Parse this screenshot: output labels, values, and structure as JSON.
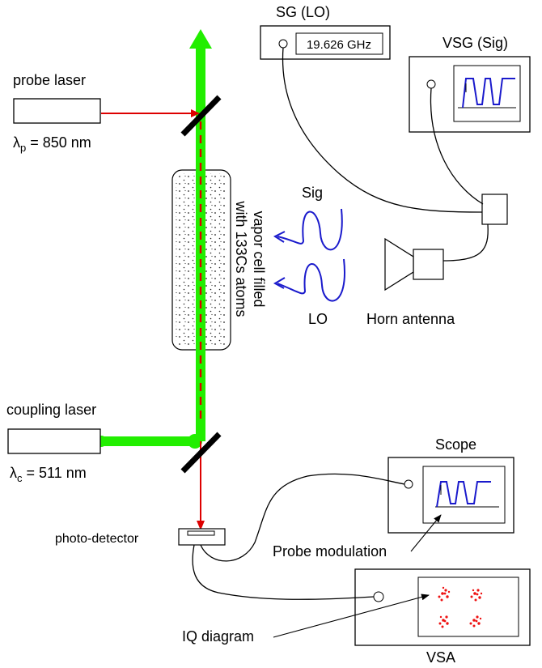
{
  "colors": {
    "coupling_beam": "#22ee00",
    "probe_beam": "#dd0000",
    "trace": "#1a1acc",
    "iq_points": "#ee1111",
    "ink": "#000000"
  },
  "labels": {
    "probe_laser": "probe laser",
    "lambda_p_symbol": "λ",
    "lambda_p_sub": "p",
    "lambda_p_value": " = 850 nm",
    "coupling_laser": "coupling laser",
    "lambda_c_symbol": "λ",
    "lambda_c_sub": "c",
    "lambda_c_value": " = 511 nm",
    "vapor_cell_line1": "vapor cell filled",
    "vapor_cell_line2": "with 133Cs atoms",
    "sg_title": "SG (LO)",
    "sg_frequency": "19.626 GHz",
    "vsg_title": "VSG (Sig)",
    "sig": "Sig",
    "lo": "LO",
    "horn_antenna": "Horn antenna",
    "photo_detector": "photo-detector",
    "scope": "Scope",
    "probe_modulation": "Probe modulation",
    "iq_diagram": "IQ diagram",
    "vsa": "VSA"
  },
  "icons": {
    "beam_splitter_top": "beam-splitter-mirror",
    "beam_splitter_bottom": "beam-splitter-mirror",
    "horn": "horn-antenna-icon",
    "combiner": "rf-combiner-icon"
  }
}
